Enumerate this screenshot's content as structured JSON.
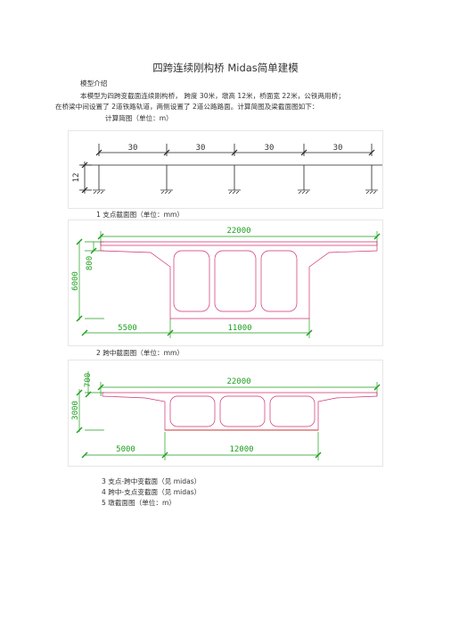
{
  "document": {
    "title": "四跨连续刚构桥 Midas简单建模",
    "section_heading": "模型介绍",
    "para_line1": "本模型为四跨变截面连续刚构桥， 跨度 30米，墩高 12米，桥面宽 22米，公铁两用桥；",
    "para_line2": "在桥梁中间设置了 2道铁路轨道，两侧设置了 2道公路路面。计算简图及梁截面图如下：",
    "fig1_caption": "计算简图（单位：m）",
    "fig2_caption": "1 支点截面图（单位：mm）",
    "fig3_caption": "2 跨中截面图（单位：mm）",
    "item3": "3 支点-跨中变截面（见 midas）",
    "item4": "4 跨中-支点变截面（见 midas）",
    "item5": "5 墩截面图（单位：m）"
  },
  "figure1": {
    "span_labels": [
      "30",
      "30",
      "30",
      "30"
    ],
    "height_label": "12"
  },
  "figure2": {
    "width_label": "22000",
    "depth_label": "6000",
    "slab_label": "800",
    "left_label": "5500",
    "right_label": "11000"
  },
  "figure3": {
    "width_label": "22000",
    "slab_label": "700",
    "depth_label": "3000",
    "left_label": "5000",
    "right_label": "12000"
  },
  "colors": {
    "dim": "#1e9e1e",
    "section": "#d0306e",
    "structure": "#333333",
    "soffit": "#d03030"
  }
}
